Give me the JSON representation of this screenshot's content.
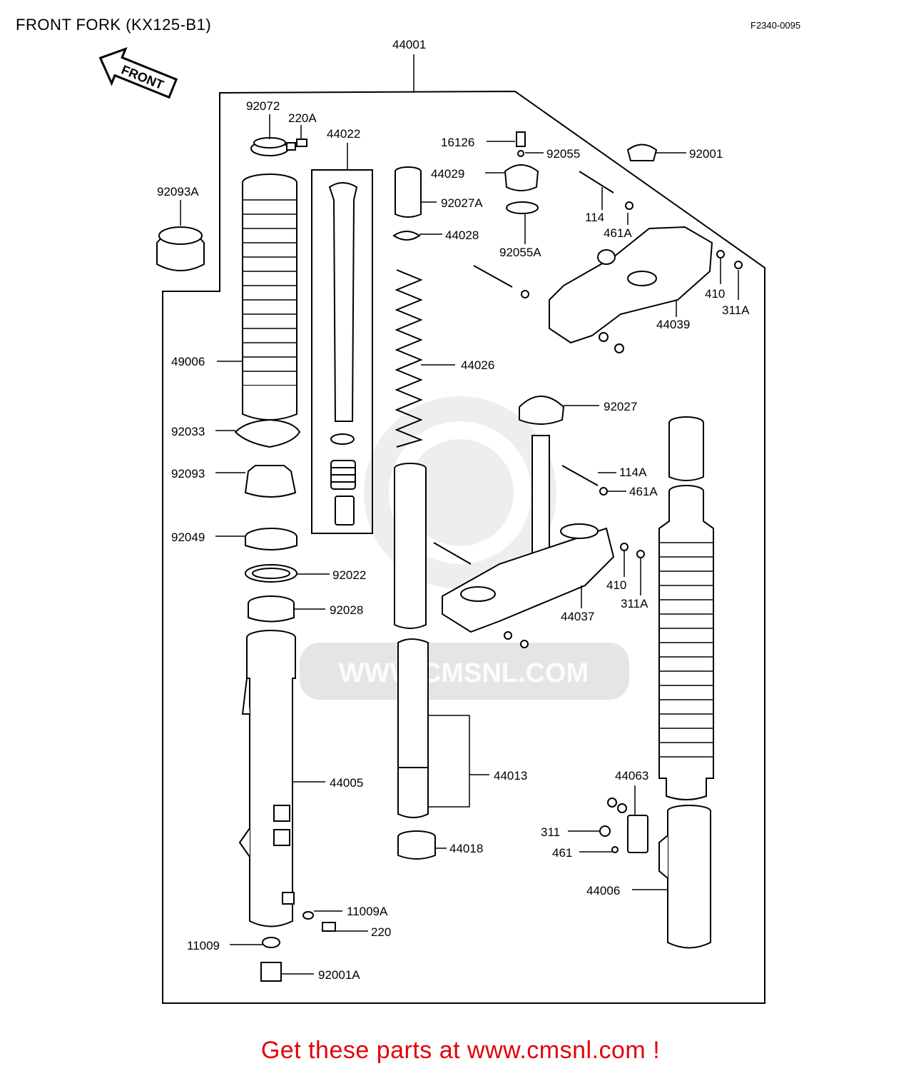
{
  "title": "FRONT FORK (KX125-B1)",
  "diagram_code": "F2340-0095",
  "front_arrow_label": "FRONT",
  "watermark_url": "WWW.CMSNL.COM",
  "footer_text": "Get these parts at www.cmsnl.com !",
  "footer_color": "#e3000b",
  "parts": [
    {
      "id": "p44001",
      "number": "44001"
    },
    {
      "id": "p92072",
      "number": "92072"
    },
    {
      "id": "p220A",
      "number": "220A"
    },
    {
      "id": "p44022",
      "number": "44022"
    },
    {
      "id": "p16126",
      "number": "16126"
    },
    {
      "id": "p92055",
      "number": "92055"
    },
    {
      "id": "p92001",
      "number": "92001"
    },
    {
      "id": "p92093A",
      "number": "92093A"
    },
    {
      "id": "p44029",
      "number": "44029"
    },
    {
      "id": "p92027A",
      "number": "92027A"
    },
    {
      "id": "p114",
      "number": "114"
    },
    {
      "id": "p461A_top",
      "number": "461A"
    },
    {
      "id": "p44028",
      "number": "44028"
    },
    {
      "id": "p92055A",
      "number": "92055A"
    },
    {
      "id": "p410_top",
      "number": "410"
    },
    {
      "id": "p311A_top",
      "number": "311A"
    },
    {
      "id": "p44039",
      "number": "44039"
    },
    {
      "id": "p49006",
      "number": "49006"
    },
    {
      "id": "p44026",
      "number": "44026"
    },
    {
      "id": "p92027",
      "number": "92027"
    },
    {
      "id": "p92033",
      "number": "92033"
    },
    {
      "id": "p92093",
      "number": "92093"
    },
    {
      "id": "p114A",
      "number": "114A"
    },
    {
      "id": "p461A_mid",
      "number": "461A"
    },
    {
      "id": "p92049",
      "number": "92049"
    },
    {
      "id": "p92022",
      "number": "92022"
    },
    {
      "id": "p410_mid",
      "number": "410"
    },
    {
      "id": "p311A_mid",
      "number": "311A"
    },
    {
      "id": "p92028",
      "number": "92028"
    },
    {
      "id": "p44037",
      "number": "44037"
    },
    {
      "id": "p44005",
      "number": "44005"
    },
    {
      "id": "p44013",
      "number": "44013"
    },
    {
      "id": "p44063",
      "number": "44063"
    },
    {
      "id": "p311",
      "number": "311"
    },
    {
      "id": "p461",
      "number": "461"
    },
    {
      "id": "p44018",
      "number": "44018"
    },
    {
      "id": "p44006",
      "number": "44006"
    },
    {
      "id": "p11009A",
      "number": "11009A"
    },
    {
      "id": "p220",
      "number": "220"
    },
    {
      "id": "p11009",
      "number": "11009"
    },
    {
      "id": "p92001A",
      "number": "92001A"
    }
  ]
}
